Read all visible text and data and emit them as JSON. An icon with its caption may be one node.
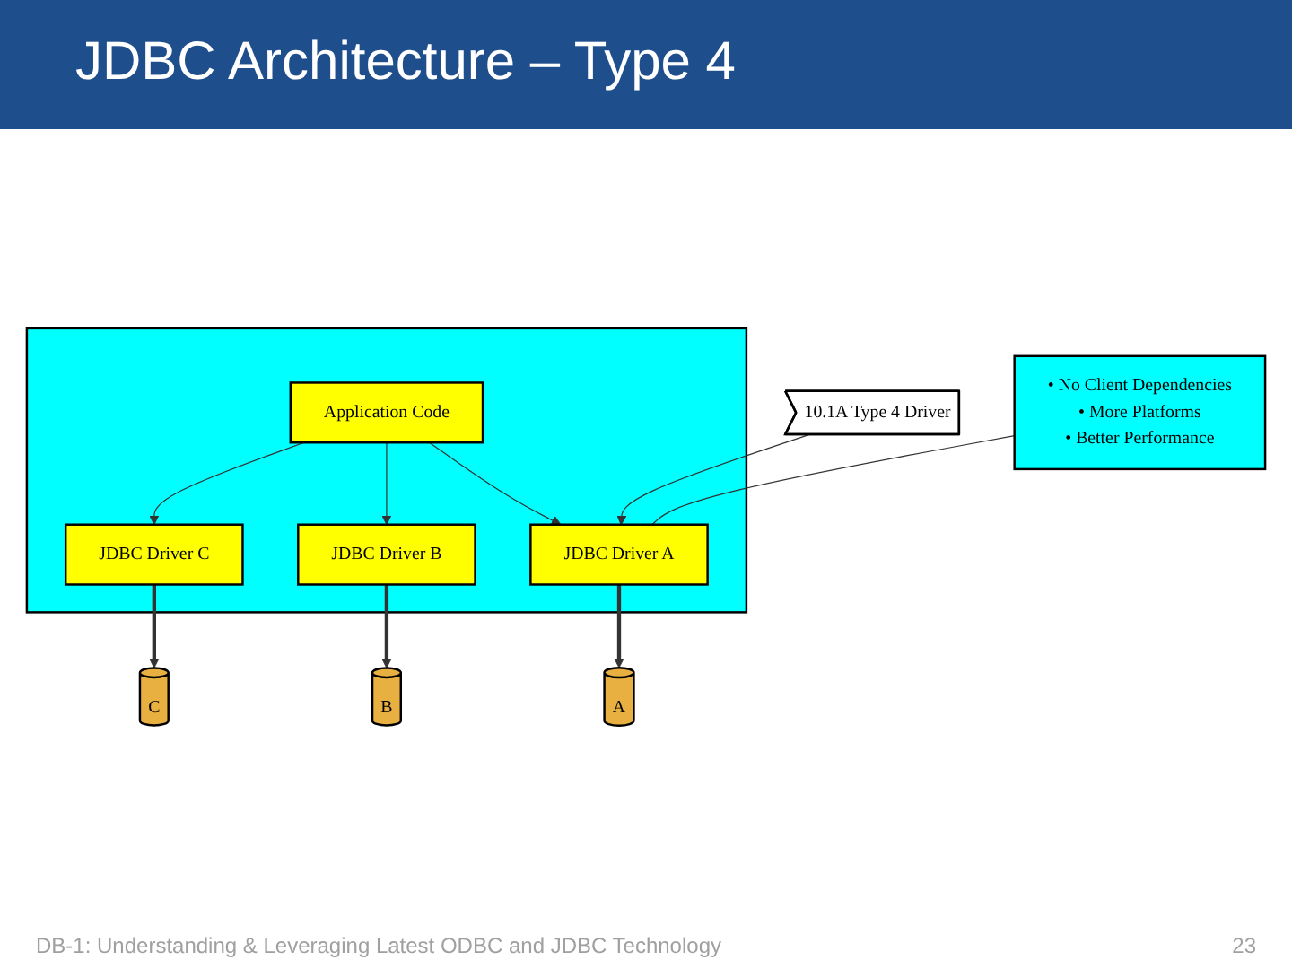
{
  "diagram": {
    "title": "JDBC Architecture – Type 4",
    "nodes": [
      {
        "text": [],
        "shape": "box"
      },
      {
        "text": [
          "Application Code"
        ],
        "in": 0
      },
      {
        "text": [
          "JDBC Driver A"
        ],
        "in": 0
      },
      {
        "text": [
          "JDBC Driver B"
        ],
        "in": 0
      },
      {
        "text": [
          "JDBC Driver C"
        ],
        "in": 0
      },
      {
        "text": [
          "A"
        ]
      },
      {
        "text": [
          "B"
        ]
      },
      {
        "text": [
          "C"
        ]
      },
      {
        "text": [
          "10.1A Type 4 Driver"
        ]
      },
      {
        "text": [
          "• No Client Dependencies",
          "• More Platforms",
          "• Better Performance"
        ]
      }
    ],
    "edges": [
      {
        "from": 1,
        "to": 2,
        "arrow": "to"
      },
      {
        "from": 1,
        "to": 3,
        "arrow": "to"
      },
      {
        "from": 1,
        "to": 4,
        "arrow": "to"
      },
      {
        "from": 2,
        "to": 5,
        "arrow": "to",
        "style": "thick"
      },
      {
        "from": 3,
        "to": 6,
        "arrow": "to",
        "style": "thick"
      },
      {
        "from": 4,
        "to": 7,
        "arrow": "to",
        "style": "thick"
      },
      {
        "from": 8,
        "to": 2,
        "arrow": "to"
      },
      {
        "from": 9,
        "to": 2,
        "arrow": "none"
      }
    ],
    "labels": [
      "DB-1: Understanding & Leveraging Latest ODBC and JDBC Technology",
      "23"
    ]
  }
}
